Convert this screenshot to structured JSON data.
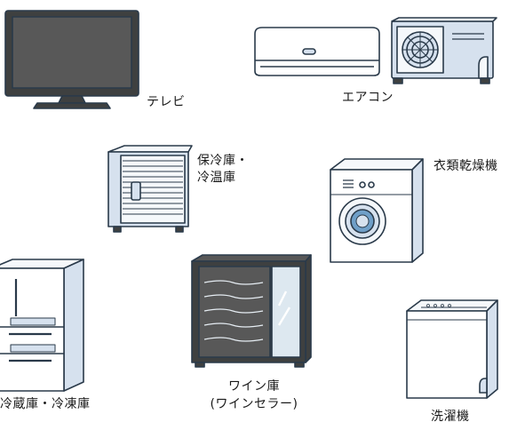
{
  "items": [
    {
      "id": "tv",
      "label_lines": [
        "テレビ"
      ]
    },
    {
      "id": "aircon",
      "label_lines": [
        "エアコン"
      ]
    },
    {
      "id": "cooler_warmer",
      "label_lines": [
        "保冷庫・",
        "冷温庫"
      ]
    },
    {
      "id": "dryer",
      "label_lines": [
        "衣類乾燥機"
      ]
    },
    {
      "id": "fridge",
      "label_lines": [
        "冷蔵庫・冷凍庫"
      ]
    },
    {
      "id": "wine",
      "label_lines": [
        "ワイン庫",
        "(ワインセラー)"
      ]
    },
    {
      "id": "washer",
      "label_lines": [
        "洗濯機"
      ]
    }
  ],
  "colors": {
    "outline": "#2a3a4a",
    "screen": "#585858",
    "panel": "#d6e1ee",
    "light": "#f5f8fb",
    "dark_body": "#3e4040",
    "glass": "#dde8f0",
    "drum": "#6f9fc8"
  }
}
